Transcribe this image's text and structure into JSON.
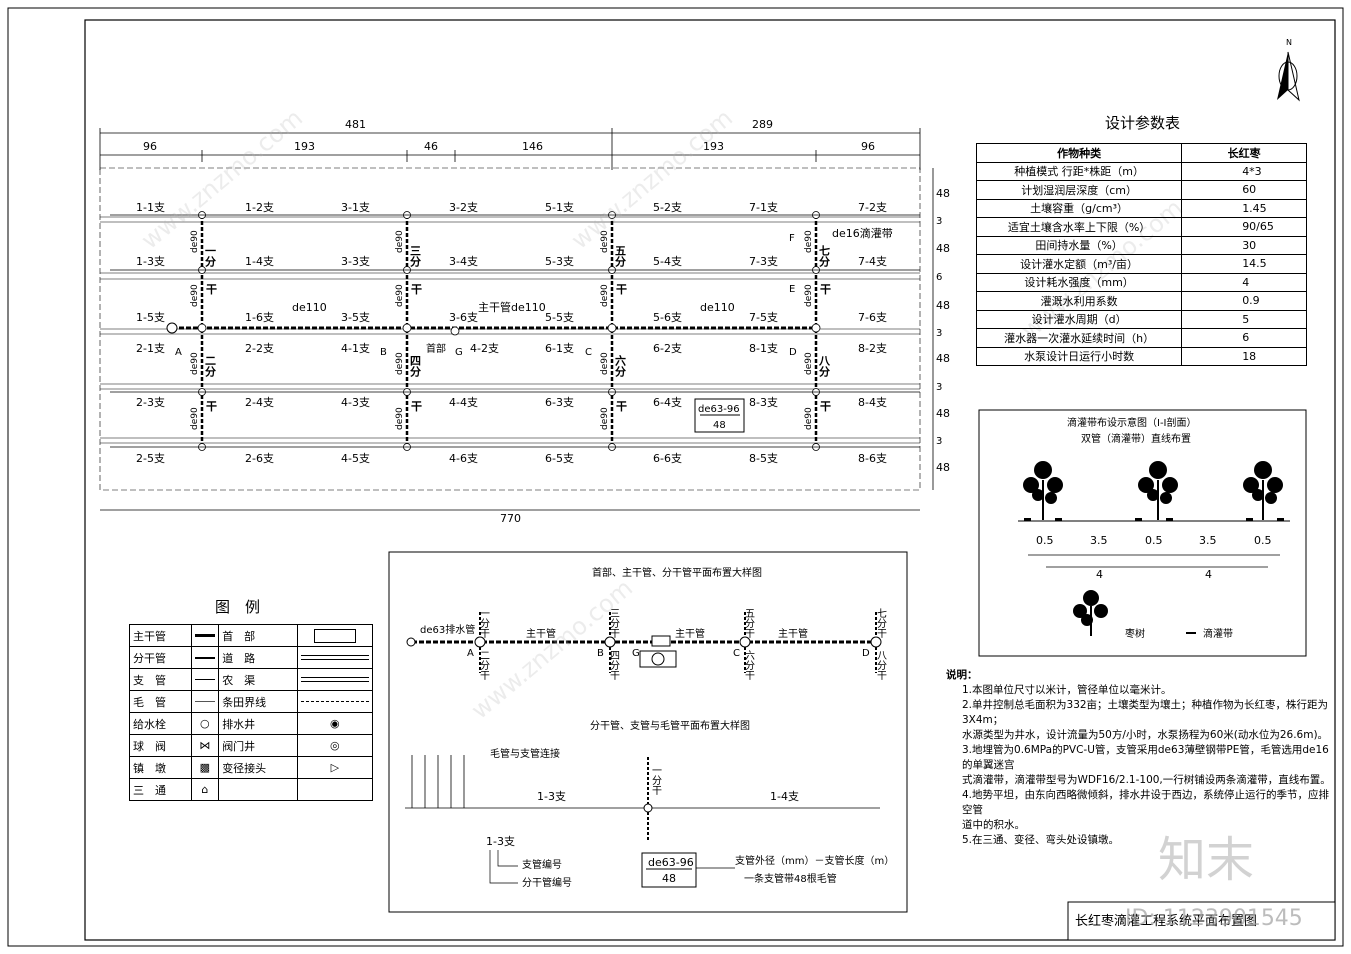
{
  "compass": {
    "north": "N"
  },
  "plan": {
    "dims_top": [
      "481",
      "289"
    ],
    "dims_sub": [
      "96",
      "193",
      "46",
      "146",
      "193",
      "96"
    ],
    "dims_right": [
      "48",
      "3",
      "48",
      "6",
      "48",
      "3",
      "48",
      "3",
      "48",
      "3",
      "48"
    ],
    "dim_bottom": "770",
    "row1": [
      "1-1支",
      "1-2支",
      "3-1支",
      "3-2支",
      "5-1支",
      "5-2支",
      "7-1支",
      "7-2支"
    ],
    "row2": [
      "1-3支",
      "1-4支",
      "3-3支",
      "3-4支",
      "5-3支",
      "5-4支",
      "7-3支",
      "7-4支"
    ],
    "row3": [
      "1-5支",
      "1-6支",
      "3-5支",
      "3-6支",
      "5-5支",
      "5-6支",
      "7-5支",
      "7-6支"
    ],
    "row4": [
      "2-1支",
      "2-2支",
      "4-1支",
      "4-2支",
      "6-1支",
      "6-2支",
      "8-1支",
      "8-2支"
    ],
    "row5": [
      "2-3支",
      "2-4支",
      "4-3支",
      "4-4支",
      "6-3支",
      "6-4支",
      "8-3支",
      "8-4支"
    ],
    "row6": [
      "2-5支",
      "2-6支",
      "4-5支",
      "4-6支",
      "6-5支",
      "6-6支",
      "8-5支",
      "8-6支"
    ],
    "branch_top": [
      "一分",
      "三分",
      "五分",
      "七分"
    ],
    "branch_bot": [
      "二分",
      "四分",
      "六分",
      "八分"
    ],
    "gan": "干",
    "de90": "de90",
    "de110": "de110",
    "main_pipe": "主干管de110",
    "de16": "de16滴灌带",
    "head": "首部",
    "points_bottom": [
      "A",
      "B",
      "G",
      "C",
      "D"
    ],
    "points_top": [
      "F",
      "E"
    ],
    "pipe_tag_top": "de63-96",
    "pipe_tag_bot": "48"
  },
  "params": {
    "title": "设计参数表",
    "header": [
      "作物种类",
      "长红枣"
    ],
    "rows": [
      [
        "种植模式 行距*株距（m）",
        "4*3"
      ],
      [
        "计划湿润层深度（cm）",
        "60"
      ],
      [
        "土壤容重（g/cm³）",
        "1.45"
      ],
      [
        "适宜土壤含水率上下限（%）",
        "90/65"
      ],
      [
        "田间持水量（%）",
        "30"
      ],
      [
        "设计灌水定额（m³/亩）",
        "14.5"
      ],
      [
        "设计耗水强度（mm）",
        "4"
      ],
      [
        "灌溉水利用系数",
        "0.9"
      ],
      [
        "设计灌水周期（d）",
        "5"
      ],
      [
        "灌水器一次灌水延续时间（h）",
        "6"
      ],
      [
        "水泵设计日运行小时数",
        "18"
      ]
    ]
  },
  "drip": {
    "title": "滴灌带布设示意图（I-I剖面）",
    "subtitle": "双管（滴灌带）直线布置",
    "spacings": [
      "0.5",
      "3.5",
      "0.5",
      "3.5",
      "0.5"
    ],
    "rows": [
      "4",
      "4"
    ],
    "tree_label": "枣树",
    "tape_label": "滴灌带"
  },
  "legend": {
    "title": "图　例",
    "rows": [
      [
        "主干管",
        "首　部"
      ],
      [
        "分干管",
        "道　路"
      ],
      [
        "支　管",
        "农　渠"
      ],
      [
        "毛　管",
        "条田界线"
      ],
      [
        "给水栓",
        "排水井"
      ],
      [
        "球　阀",
        "阀门井"
      ],
      [
        "镇　墩",
        "变径接头"
      ],
      [
        "三　通",
        ""
      ]
    ]
  },
  "detail": {
    "title1": "首部、主干管、分干管平面布置大样图",
    "drain": "de63排水管",
    "main": "主干管",
    "title2": "分干管、支管与毛管平面布置大样图",
    "capillary": "毛管与支管连接",
    "branch_left": "1-3支",
    "branch_right": "1-4支",
    "fen_gan": "一分干",
    "code_top": "1-3支",
    "code1": "支管编号",
    "code2": "分干管编号",
    "tag_top": "de63-96",
    "tag_bot": "48",
    "explain1": "支管外径（mm）－支管长度（m）",
    "explain2": "一条支管带48根毛管",
    "labels_top": [
      "一分干",
      "三分干",
      "五分干",
      "七分干"
    ],
    "labels_bot": [
      "二分干",
      "四分干",
      "六分干",
      "八分干"
    ],
    "points": [
      "A",
      "B",
      "G",
      "C",
      "D"
    ]
  },
  "notes": {
    "title": "说明：",
    "lines": [
      "1.本图单位尺寸以米计，管径单位以毫米计。",
      "2.单井控制总毛面积为332亩；土壤类型为壤土；种植作物为长红枣，株行距为3X4m；",
      "  水源类型为井水，设计流量为50方/小时，水泵扬程为60米(动水位为26.6m)。",
      "3.地埋管为0.6MPa的PVC-U管，支管采用de63薄壁钢带PE管，毛管选用de16的单翼迷宫",
      "  式滴灌带，滴灌带型号为WDF16/2.1-100,一行树铺设两条滴灌带，直线布置。",
      "4.地势平坦，由东向西略微倾斜，排水井设于西边，系统停止运行的季节，应排空管",
      "  道中的积水。",
      "5.在三通、变径、弯头处设镇墩。"
    ]
  },
  "title_block": {
    "name": "长红枣滴灌工程系统平面布置图"
  },
  "watermark": {
    "brand": "知末",
    "id": "ID: 1123901545",
    "site": "www.znzmo.com"
  }
}
